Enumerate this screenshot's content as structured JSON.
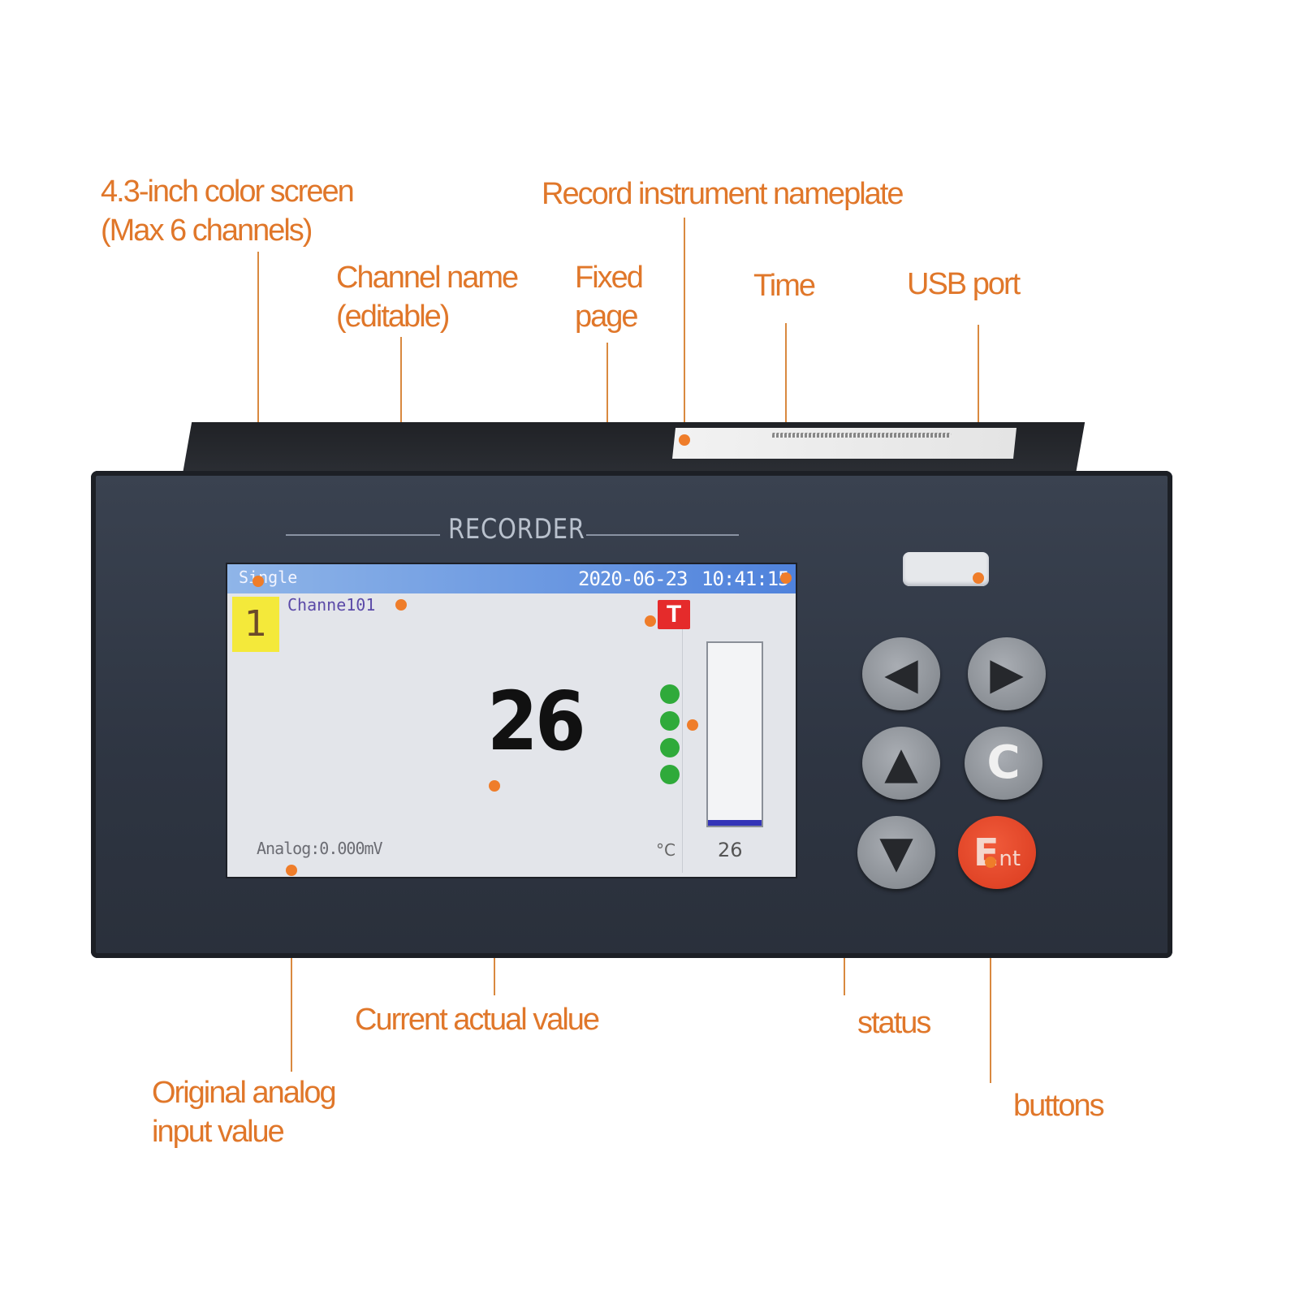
{
  "annotations": {
    "screen": [
      "4.3-inch color screen",
      "(Max 6 channels)"
    ],
    "nameplate": "Record instrument nameplate",
    "channel_name": [
      "Channel name",
      "(editable)"
    ],
    "fixed_page": [
      "Fixed",
      "page"
    ],
    "time": "Time",
    "usb_port": "USB port",
    "current_value": "Current actual value",
    "status": "status",
    "analog_input": [
      "Original analog",
      "input value"
    ],
    "buttons": "buttons"
  },
  "device": {
    "brand": "RECORDER"
  },
  "screen": {
    "mode": "Single",
    "date": "2020-06-23",
    "time": "10:41:15",
    "channel_number": "1",
    "channel_name": "Channe101",
    "fixed_page_icon": "T",
    "current_value": "26",
    "unit": "°C",
    "bar_value": "26",
    "bar_fill_percent": 3,
    "analog": "Analog:0.000mV",
    "status_led_count": 4,
    "status_led_color": "#2faa3a"
  },
  "buttons": {
    "left": "◀",
    "right": "▶",
    "up": "▲",
    "clear": "C",
    "down": "▼",
    "enter_main": "E",
    "enter_sub": "nt"
  },
  "colors": {
    "callout": "#e0772a",
    "enter_button": "#e34526"
  }
}
